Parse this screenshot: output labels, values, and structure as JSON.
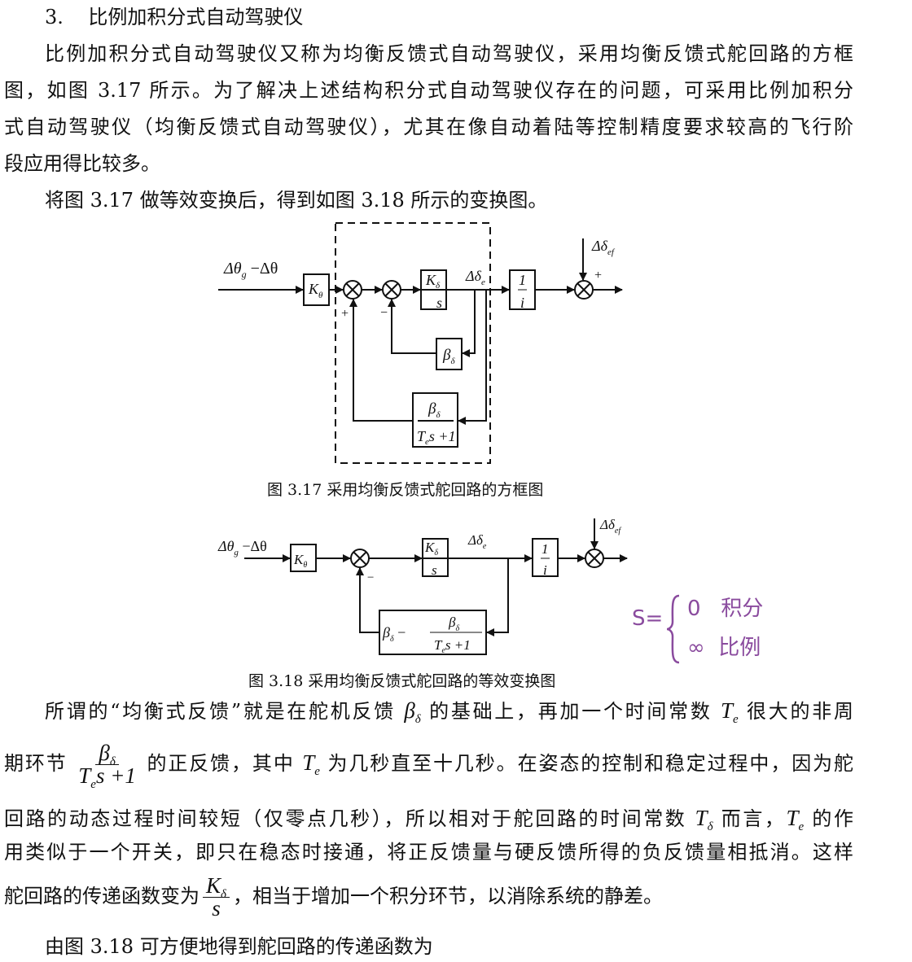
{
  "heading": {
    "number": "3.",
    "title": "比例加积分式自动驾驶仪"
  },
  "para1": {
    "lines": [
      "比例加积分式自动驾驶仪又称为均衡反馈式自动驾驶仪，采用均衡反馈式舵回路的方框",
      "图，如图 3.17 所示。为了解决上述结构积分式自动驾驶仪存在的问题，可采用比例加积分",
      "式自动驾驶仪（均衡反馈式自动驾驶仪），尤其在像自动着陆等控制精度要求较高的飞行阶",
      "段应用得比较多。"
    ]
  },
  "para2": "将图 3.17 做等效变换后，得到如图 3.18 所示的变换图。",
  "fig1": {
    "caption": "图 3.17  采用均衡反馈式舵回路的方框图",
    "input_label": "Δθ",
    "input_sub": "g",
    "input_label2": " −Δθ",
    "k_theta": "K",
    "k_theta_sub": "θ",
    "k_delta": "K",
    "k_delta_sub": "δ",
    "s": "s",
    "out_label": "Δδ",
    "out_sub": "e",
    "one": "1",
    "i": "i",
    "disturb_label": "Δδ",
    "disturb_sub": "ef",
    "beta": "β",
    "beta_sub": "δ",
    "te": "T",
    "te_sub": "e",
    "te_rest": "s +1",
    "plus": "+",
    "minus": "−"
  },
  "fig2": {
    "caption": "图 3.18  采用均衡反馈式舵回路的等效变换图",
    "minus_part": " −"
  },
  "handwriting": {
    "lhs": "S=",
    "row1_value": "0",
    "row1_text": "积分",
    "row2_value": "∞",
    "row2_text": "比例"
  },
  "para3": {
    "l1a": "所谓的“均衡式反馈”就是在舵机反馈",
    "beta": "β",
    "beta_sub": "δ",
    "l1b": "的基础上，再加一个时间常数",
    "te": "T",
    "te_sub": "e",
    "l1c": "很大的非周",
    "l2a": "期环节",
    "l2b": "的正反馈，其中",
    "l2c": "为几秒直至十几秒。在姿态的控制和稳定过程中，因为舵",
    "l3a": "回路的动态过程时间较短（仅零点几秒），所以相对于舵回路的时间常数",
    "td": "T",
    "td_sub": "δ",
    "l3b": "而言，",
    "l3c": "的作",
    "l4": "用类似于一个开关，即只在稳态时接通，将正反馈量与硬反馈所得的负反馈量相抵消。这样",
    "l5a": "舵回路的传递函数变为",
    "k": "K",
    "k_sub": "δ",
    "s": "s",
    "l5b": "，相当于增加一个积分环节，以消除系统的静差。",
    "te_rest": "s +1"
  },
  "para4": "由图 3.18 可方便地得到舵回路的传递函数为"
}
